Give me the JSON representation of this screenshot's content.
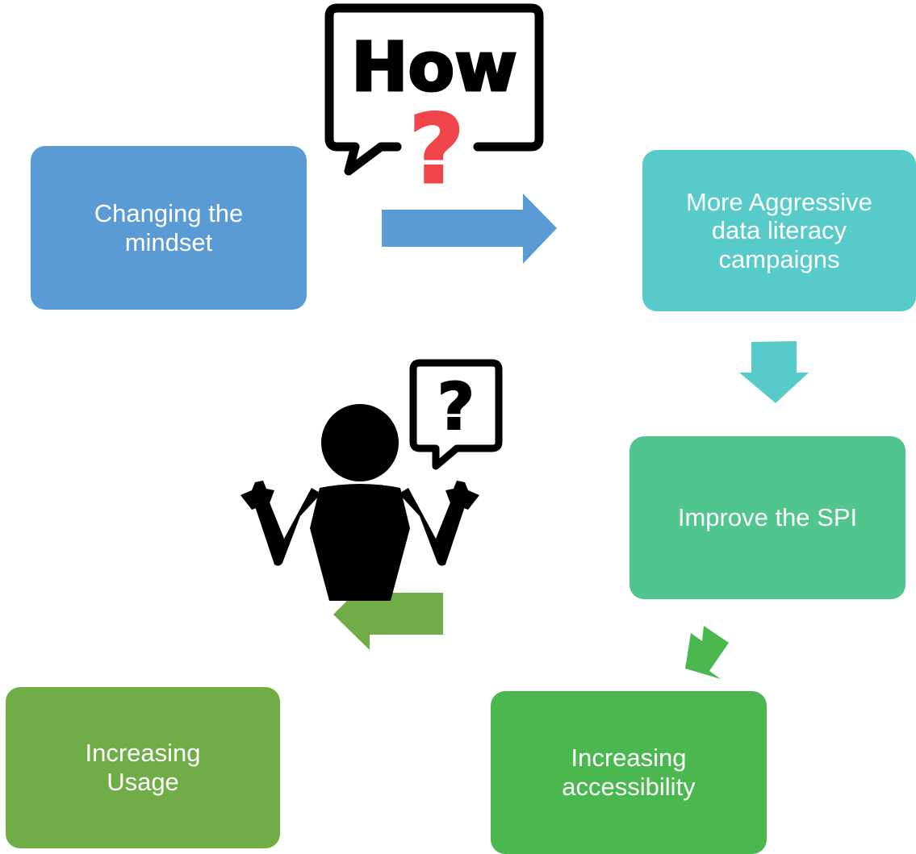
{
  "callout": {
    "word": "How",
    "mark": "?"
  },
  "steps": [
    {
      "label": "Changing the\nmindset"
    },
    {
      "label": "More Aggressive\ndata literacy\ncampaigns"
    },
    {
      "label": "Improve the SPI"
    },
    {
      "label": "Increasing\naccessibility"
    },
    {
      "label": "Increasing\nUsage"
    }
  ],
  "person_bubble": {
    "mark": "?"
  },
  "colors": {
    "step1": "#5b9bd5",
    "step2": "#57cbca",
    "step3": "#51c58e",
    "step4": "#4bb84f",
    "step5": "#70ad47",
    "question_red": "#f0454a",
    "ink": "#000000"
  },
  "icons": [
    "how-speech-bubble-icon",
    "confused-person-icon",
    "question-bubble-icon"
  ]
}
